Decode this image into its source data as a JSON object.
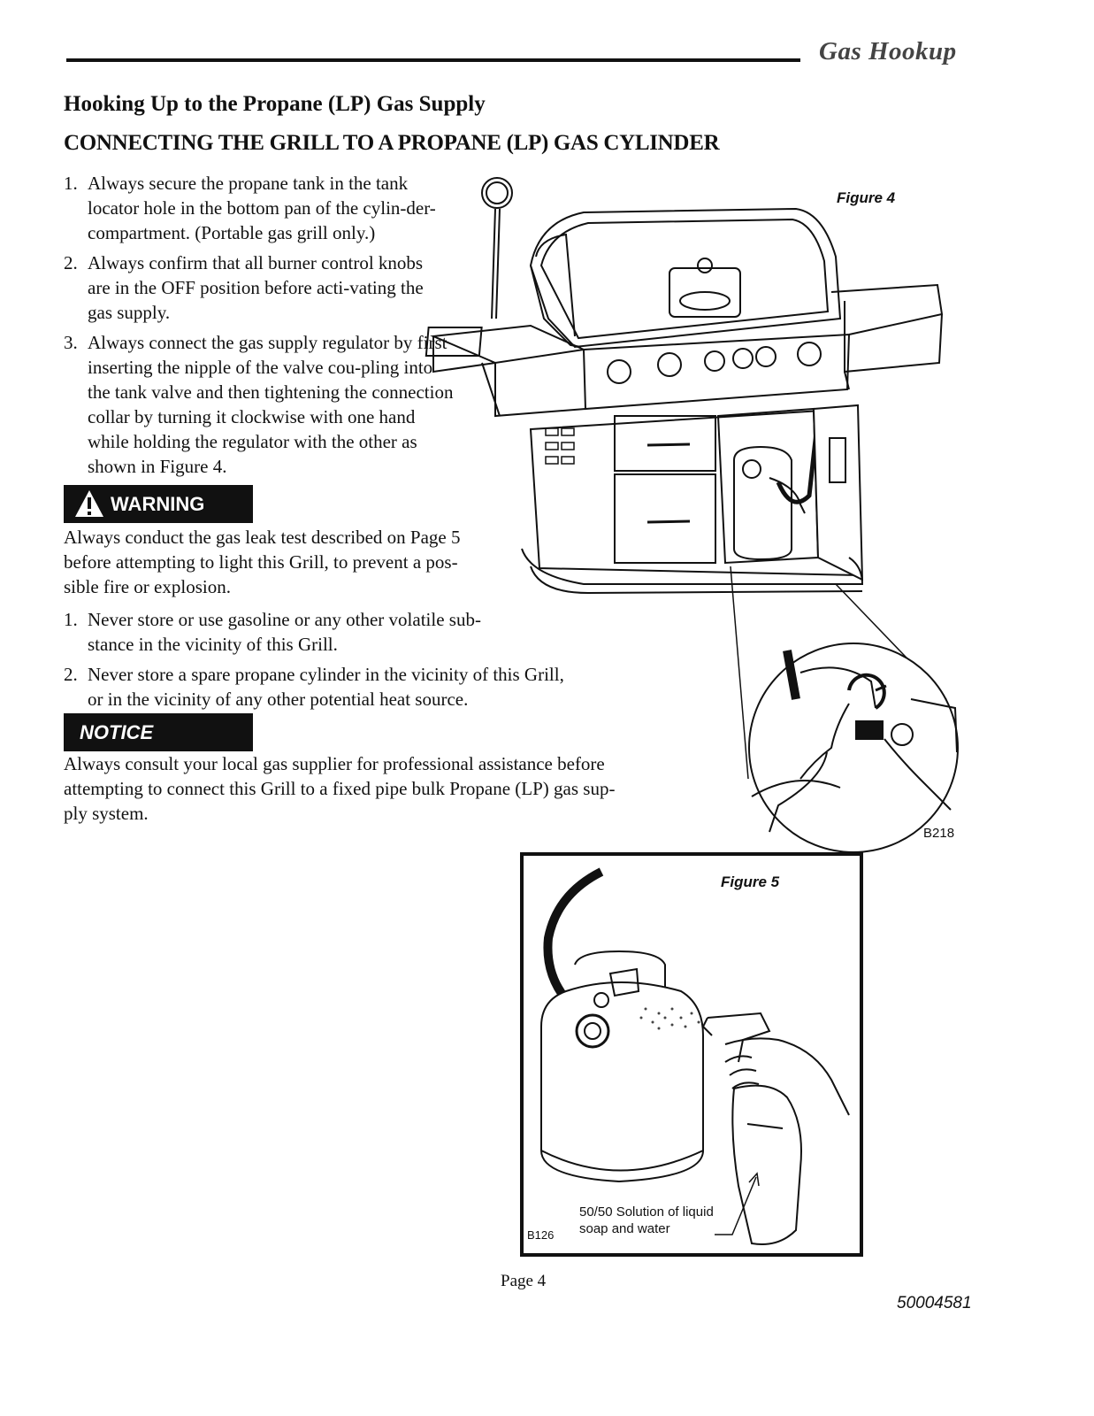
{
  "header": {
    "section_title": "Gas Hookup"
  },
  "main": {
    "heading": "Hooking Up to the Propane (LP) Gas Supply",
    "subheading": "CONNECTING THE GRILL TO A PROPANE (LP) GAS CYLINDER",
    "steps": [
      {
        "num": "1.",
        "text": "Always secure the propane tank in the tank locator hole in the bottom pan of the cylin-der-compartment. (Portable gas grill only.)"
      },
      {
        "num": "2.",
        "text": "Always confirm that all burner control knobs are in the OFF position before acti-vating the gas supply."
      },
      {
        "num": "3.",
        "text": "Always connect the gas supply regulator by first inserting the nipple of the valve cou-pling into the tank valve and then tightening the connection collar by turning it clockwise with one hand while holding the regulator with the other as shown in Figure 4."
      }
    ],
    "warning": {
      "label": "WARNING",
      "text": "Always conduct the gas leak test described on Page 5 before attempting to light this Grill, to prevent a pos-sible fire or explosion.",
      "items": [
        {
          "num": "1.",
          "text": "Never store or use gasoline or any other volatile sub-stance in the vicinity of this Grill."
        },
        {
          "num": "2.",
          "text": "Never store a spare propane cylinder in the vicinity of this Grill, or in the vicinity of any other potential heat source."
        }
      ]
    },
    "notice": {
      "label": "NOTICE",
      "text": "Always consult your local gas supplier for professional assistance before attempting to connect this Grill to a fixed pipe bulk Propane (LP) gas sup-ply system."
    }
  },
  "figures": {
    "figure4": {
      "label": "Figure 4",
      "code": "B218"
    },
    "figure5": {
      "label": "Figure 5",
      "code": "B126",
      "callout": "50/50 Solution of liquid soap and water"
    }
  },
  "footer": {
    "page": "Page 4",
    "doc_number": "50004581"
  }
}
